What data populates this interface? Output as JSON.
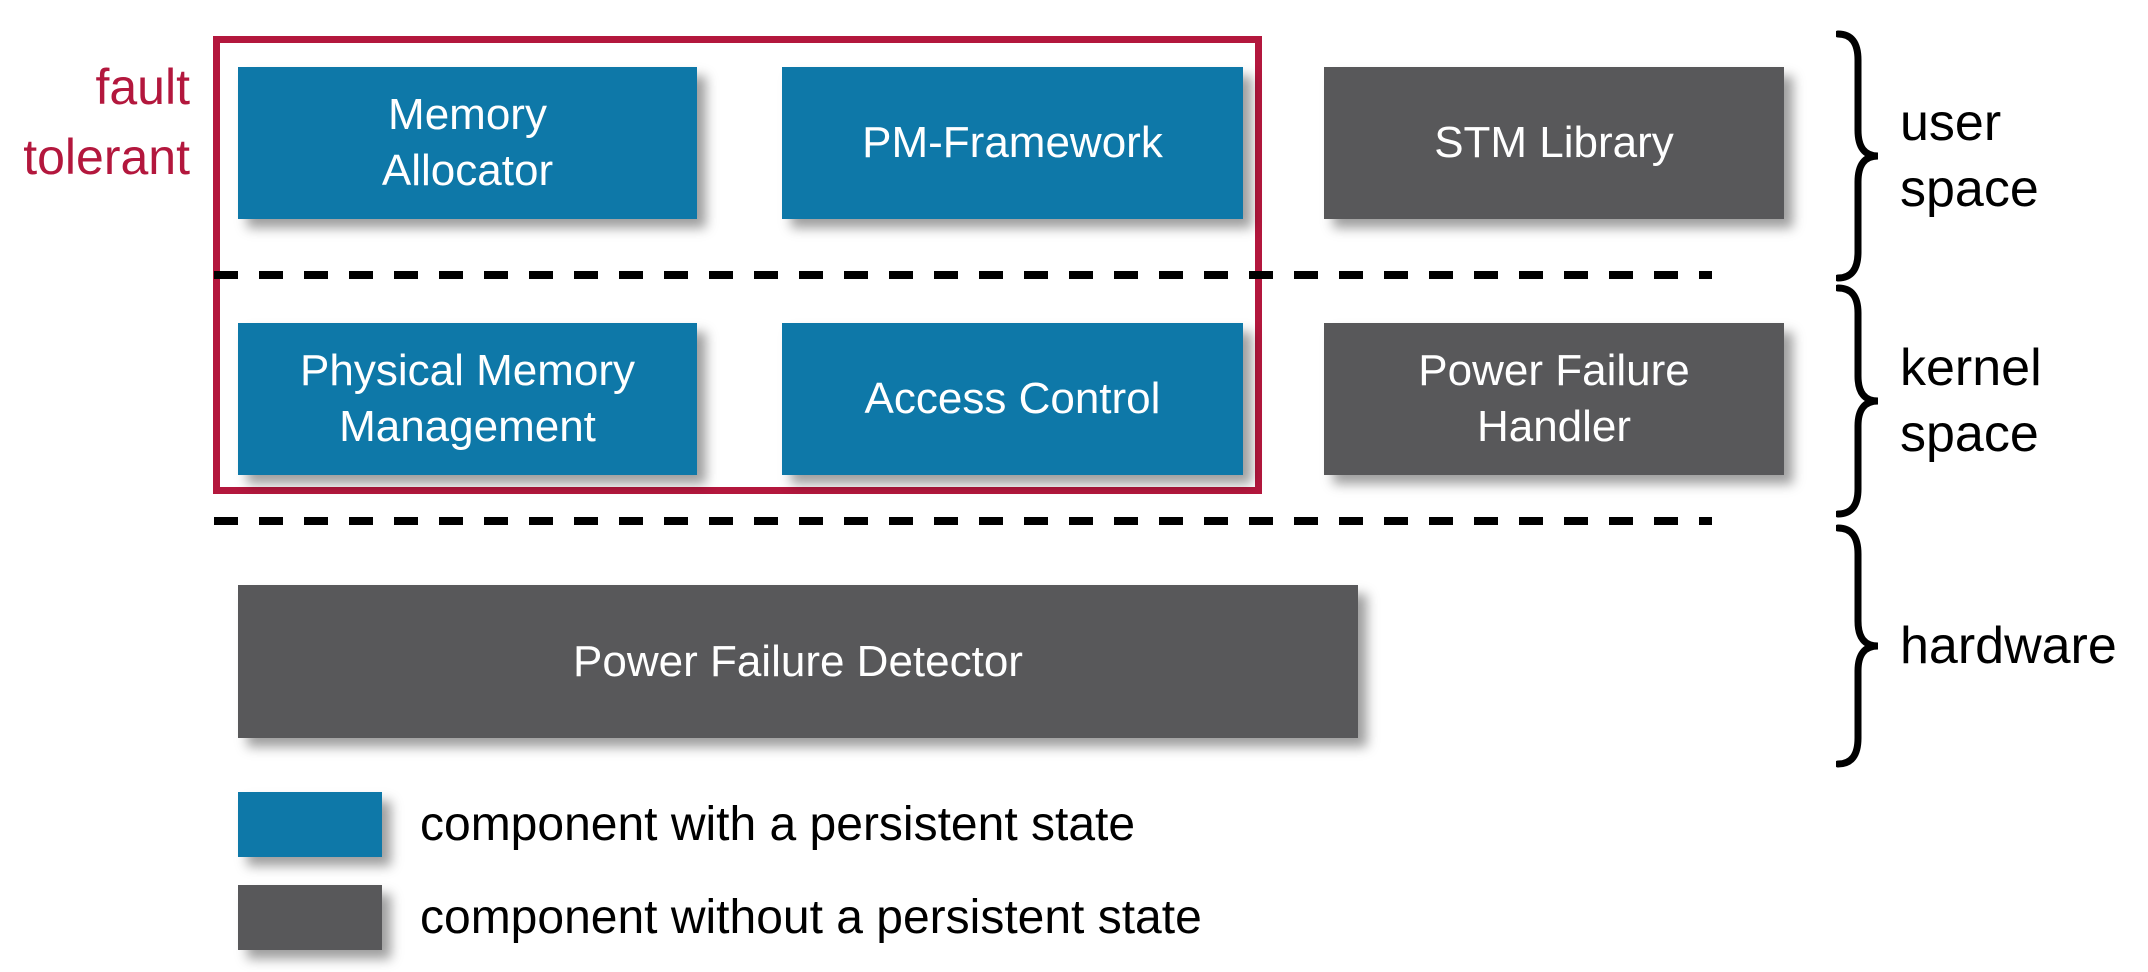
{
  "annotation": {
    "fault_tolerant": {
      "lines": [
        "fault",
        "tolerant"
      ]
    }
  },
  "layers": {
    "user_space": {
      "label_lines": [
        "user",
        "space"
      ],
      "boxes": {
        "memory_allocator": {
          "lines": [
            "Memory",
            "Allocator"
          ],
          "type": "persistent"
        },
        "pm_framework": {
          "lines": [
            "PM-Framework"
          ],
          "type": "persistent"
        },
        "stm_library": {
          "lines": [
            "STM Library"
          ],
          "type": "non_persistent"
        }
      }
    },
    "kernel_space": {
      "label_lines": [
        "kernel",
        "space"
      ],
      "boxes": {
        "physical_memory_management": {
          "lines": [
            "Physical Memory",
            "Management"
          ],
          "type": "persistent"
        },
        "access_control": {
          "lines": [
            "Access Control"
          ],
          "type": "persistent"
        },
        "power_failure_handler": {
          "lines": [
            "Power Failure",
            "Handler"
          ],
          "type": "non_persistent"
        }
      }
    },
    "hardware": {
      "label_lines": [
        "hardware"
      ],
      "boxes": {
        "power_failure_detector": {
          "lines": [
            "Power Failure Detector"
          ],
          "type": "non_persistent"
        }
      }
    }
  },
  "legend": {
    "persistent": {
      "label": "component with a persistent state",
      "color": "#0e78a8"
    },
    "non_persistent": {
      "label": "component without a persistent state",
      "color": "#58585a"
    }
  },
  "colors": {
    "persistent_component": "#0e78a8",
    "non_persistent_component": "#58585a",
    "fault_tolerant_outline": "#b3173d",
    "component_text": "#ffffff",
    "annotation_text": "#b3173d",
    "layer_label_text": "#000000"
  }
}
